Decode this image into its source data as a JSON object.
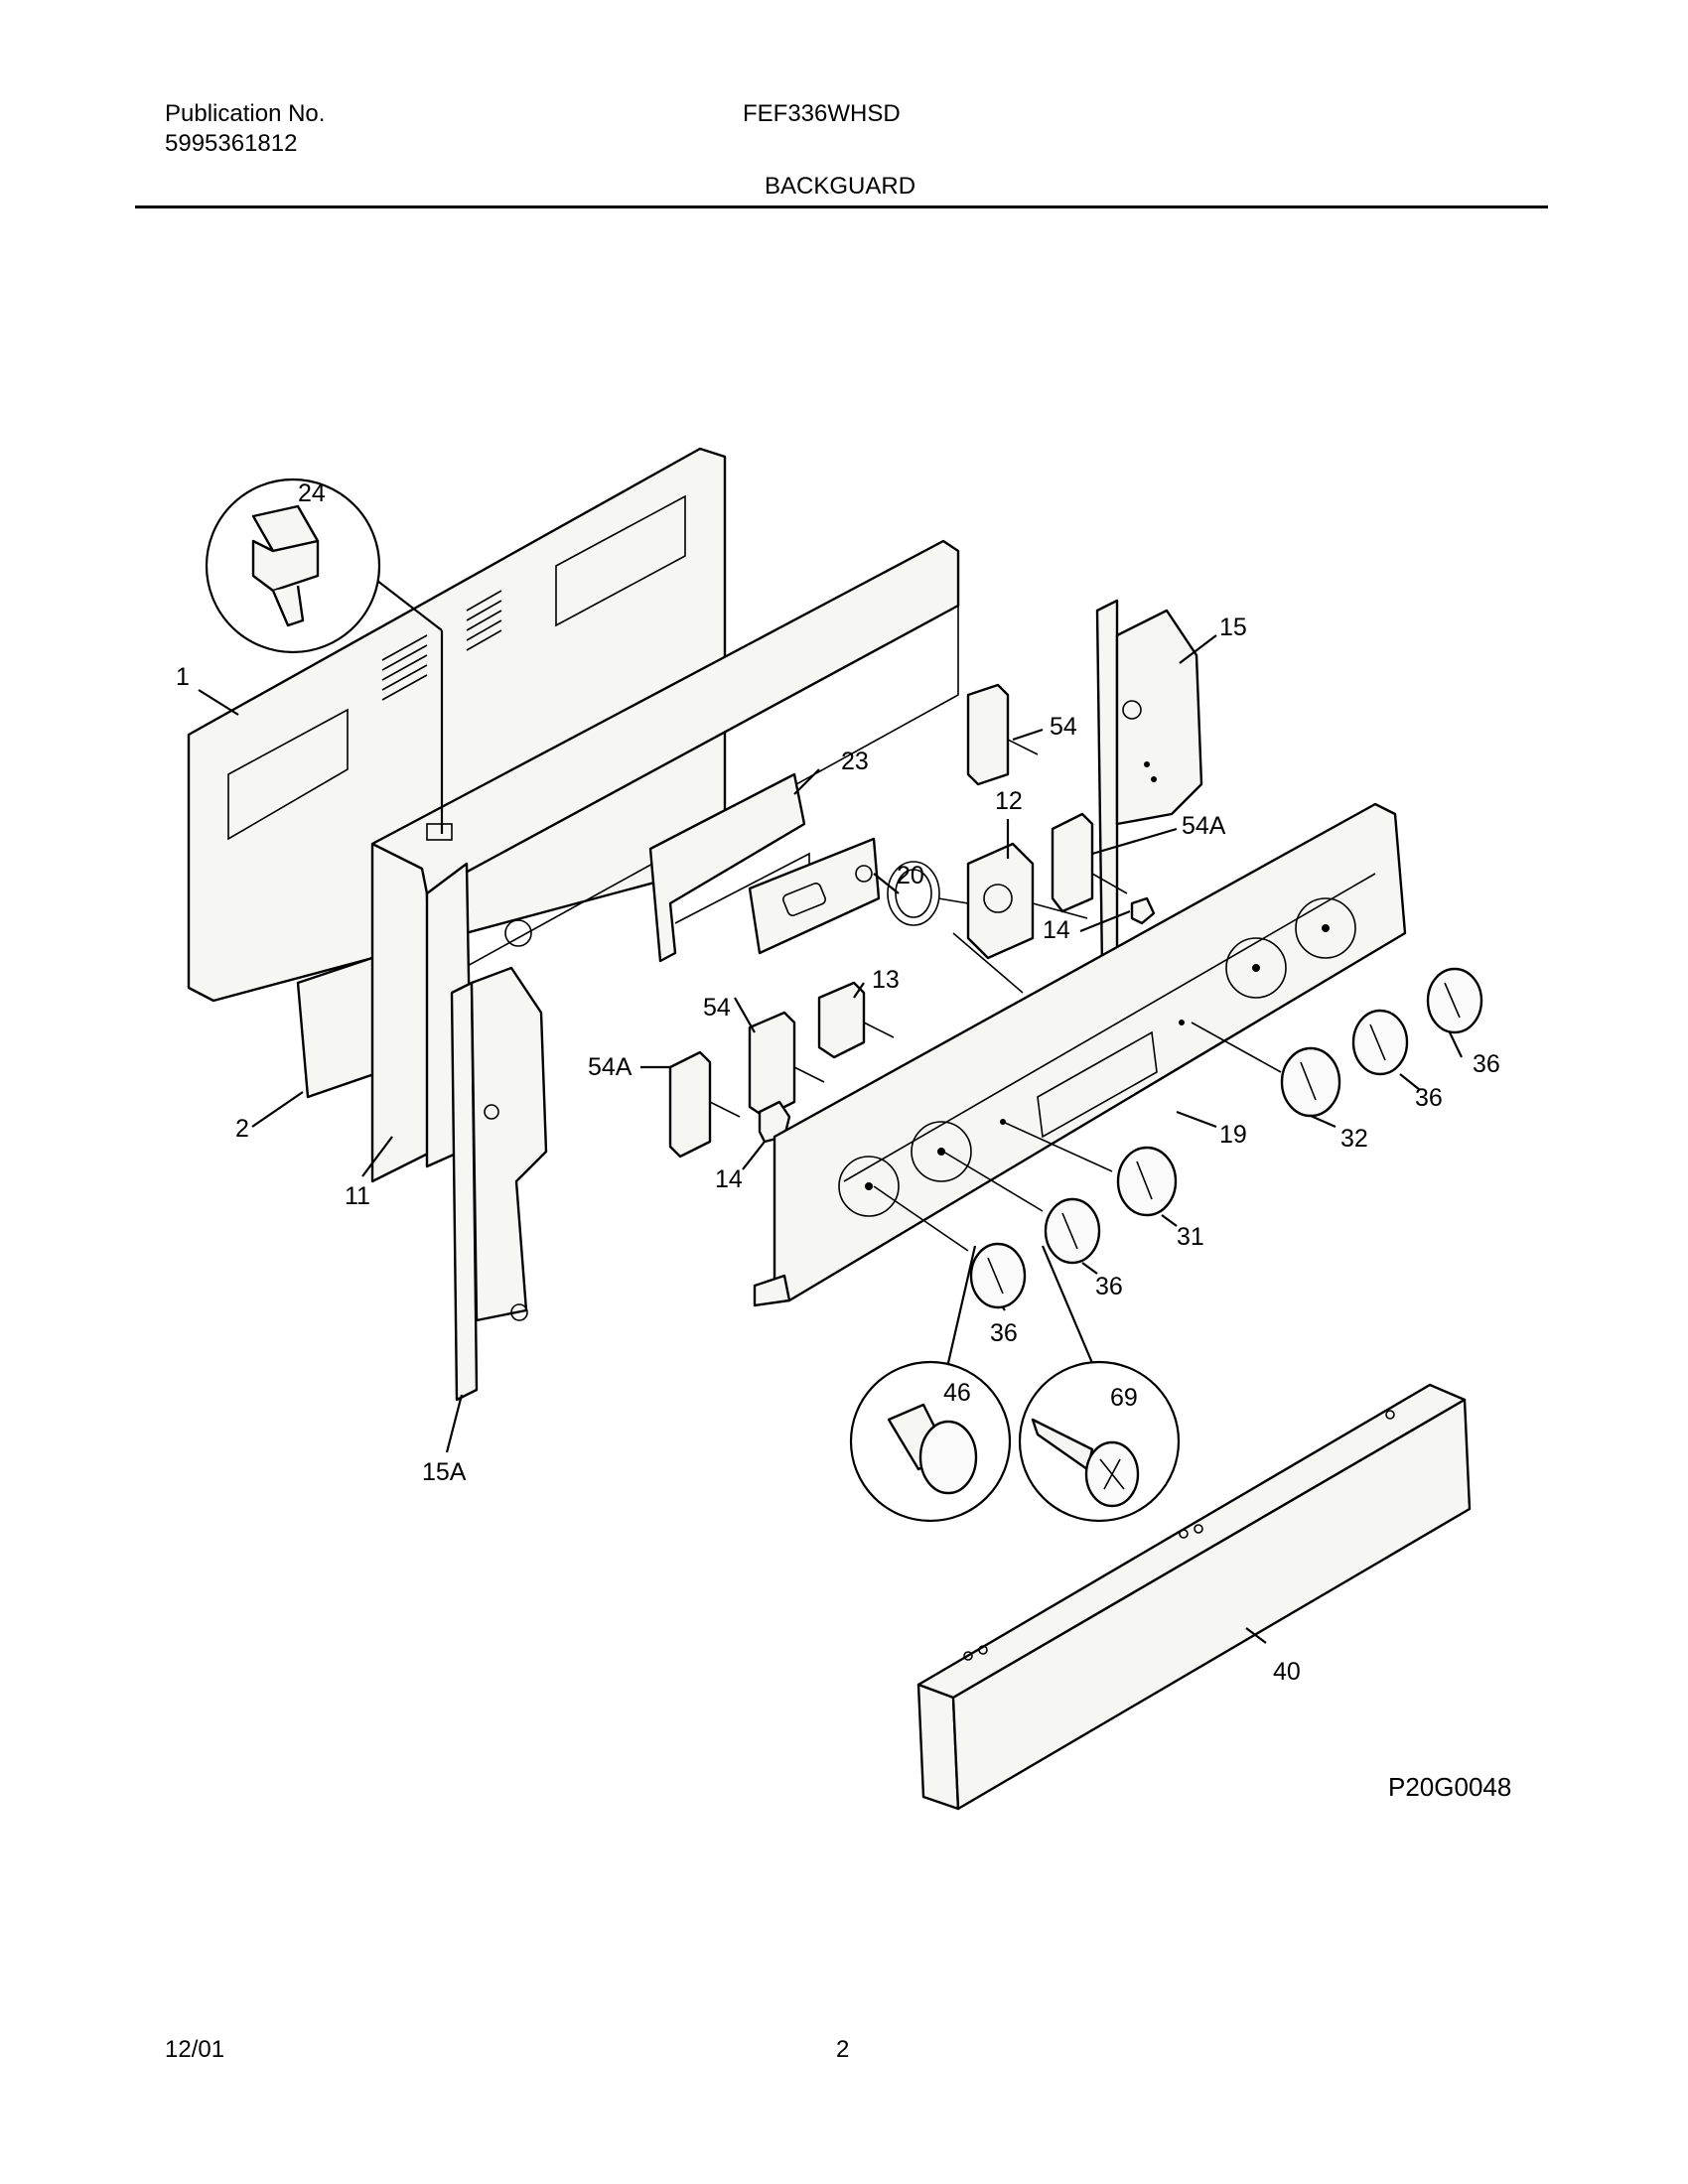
{
  "header": {
    "publication_label": "Publication No.",
    "publication_number": "5995361812",
    "model": "FEF336WHSD",
    "section": "BACKGUARD"
  },
  "diagram": {
    "code": "P20G0048",
    "labels": {
      "l_24": "24",
      "l_1": "1",
      "l_23": "23",
      "l_20": "20",
      "l_12": "12",
      "l_15": "15",
      "l_54_top": "54",
      "l_54a_top": "54A",
      "l_14_top": "14",
      "l_13": "13",
      "l_54_mid": "54",
      "l_54a_mid": "54A",
      "l_14_mid": "14",
      "l_2": "2",
      "l_11": "11",
      "l_15a": "15A",
      "l_19": "19",
      "l_36_a": "36",
      "l_36_b": "36",
      "l_32": "32",
      "l_31": "31",
      "l_36_c": "36",
      "l_36_d": "36",
      "l_46": "46",
      "l_69": "69",
      "l_40": "40"
    }
  },
  "footer": {
    "date": "12/01",
    "page": "2"
  }
}
